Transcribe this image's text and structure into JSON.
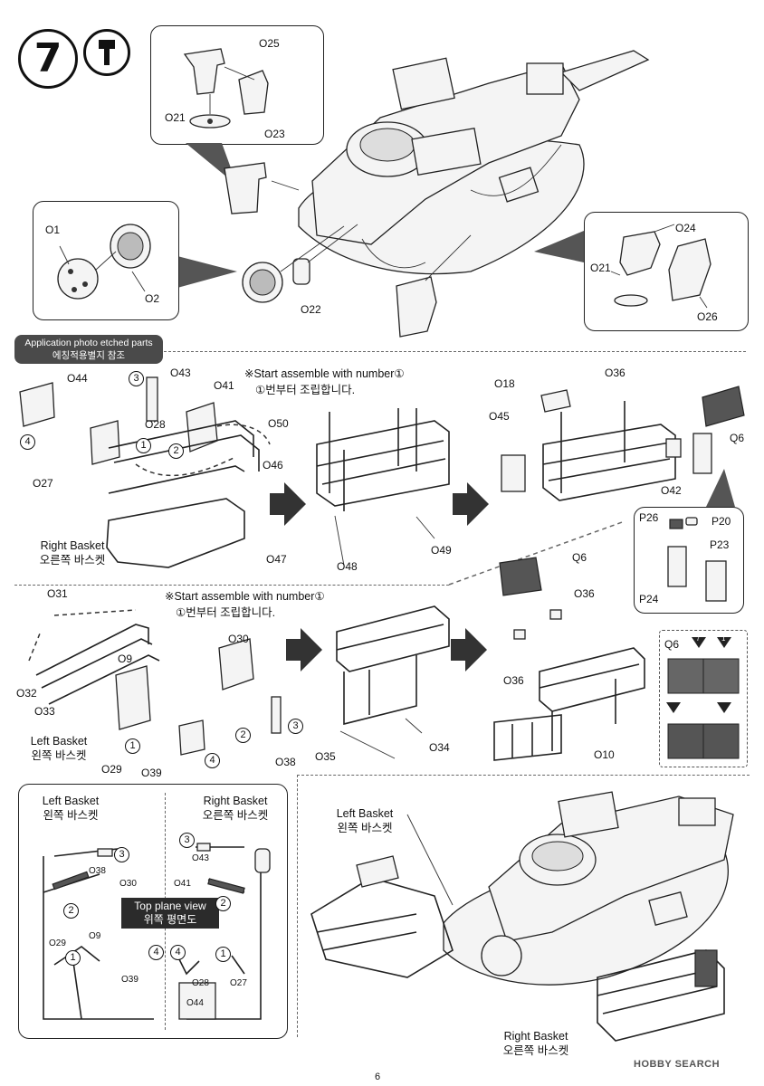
{
  "step": {
    "number": "7",
    "paint_icon": "paint-brush-icon"
  },
  "top_callout_parts": {
    "a": "O25",
    "b": "O21",
    "c": "O23"
  },
  "left_callout_parts": {
    "a": "O1",
    "b": "O2",
    "c": "O22"
  },
  "right_callout_parts": {
    "a": "O24",
    "b": "O21",
    "c": "O26"
  },
  "photo_etched_note": {
    "en": "Application photo etched parts",
    "ko": "에칭적용별지 참조"
  },
  "right_basket": {
    "note_en": "※Start assemble with number①",
    "note_ko": "①번부터 조립합니다.",
    "title_en": "Right Basket",
    "title_ko": "오른쪽 바스켓",
    "parts": [
      "O44",
      "O43",
      "O41",
      "O28",
      "O50",
      "O27",
      "O46",
      "O47",
      "O48",
      "O49",
      "O18",
      "O36",
      "O45",
      "Q6",
      "O42"
    ],
    "sub_parts": [
      "P26",
      "P20",
      "P23",
      "P24"
    ]
  },
  "left_basket": {
    "note_en": "※Start assemble with number①",
    "note_ko": "①번부터 조립합니다.",
    "title_en": "Left Basket",
    "title_ko": "왼쪽 바스켓",
    "parts": [
      "O31",
      "O30",
      "O9",
      "O32",
      "O33",
      "O29",
      "O39",
      "O38",
      "O35",
      "O34",
      "Q6",
      "O36",
      "O36",
      "O10"
    ]
  },
  "decal_panel": {
    "label": "Q6",
    "marks": [
      "7",
      "1"
    ]
  },
  "top_view": {
    "left_title_en": "Left Basket",
    "left_title_ko": "왼쪽 바스켓",
    "right_title_en": "Right Basket",
    "right_title_ko": "오른쪽 바스켓",
    "label_en": "Top plane view",
    "label_ko": "위쪽 평면도",
    "left_parts": [
      "O38",
      "O30",
      "O29",
      "O9",
      "O39"
    ],
    "right_parts": [
      "O43",
      "O41",
      "O28",
      "O27",
      "O44"
    ]
  },
  "final_view": {
    "left_en": "Left Basket",
    "left_ko": "왼쪽 바스켓",
    "right_en": "Right Basket",
    "right_ko": "오른쪽 바스켓"
  },
  "watermark": "HOBBY SEARCH",
  "page_number": "6"
}
